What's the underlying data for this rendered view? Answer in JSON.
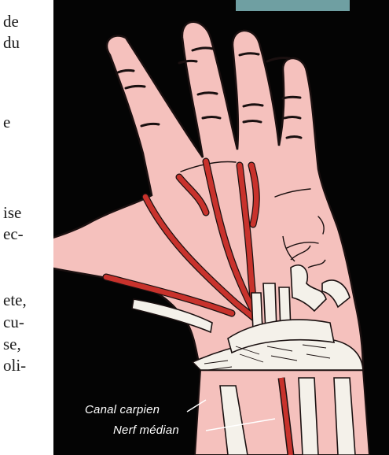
{
  "left_column": {
    "fragments": [
      "de",
      "du",
      "e",
      "ise",
      "ec-",
      "ete,",
      "cu-",
      "se,",
      "oli-"
    ]
  },
  "illustration": {
    "labels": {
      "carpal_tunnel": "Canal carpien",
      "median_nerve": "Nerf médian"
    },
    "colors": {
      "background": "#040404",
      "skin": "#f5c1bd",
      "vessel": "#c8322c",
      "nerve": "#f4f1ea",
      "outline": "#1a1010"
    }
  }
}
